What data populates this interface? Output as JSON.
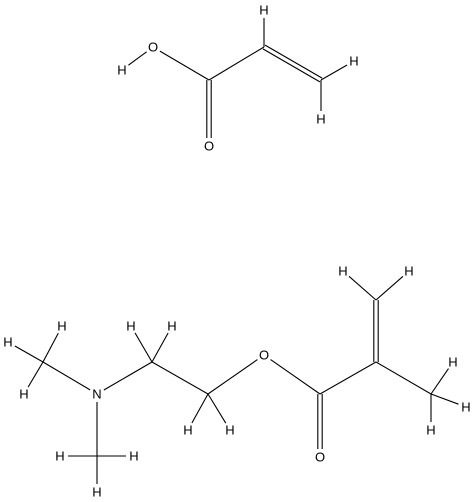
{
  "atom_labels": {
    "h": "H",
    "o": "O",
    "n": "N"
  },
  "molecules": [
    {
      "id": "acrylic-acid"
    },
    {
      "id": "dimethylaminoethyl-methacrylate"
    }
  ]
}
